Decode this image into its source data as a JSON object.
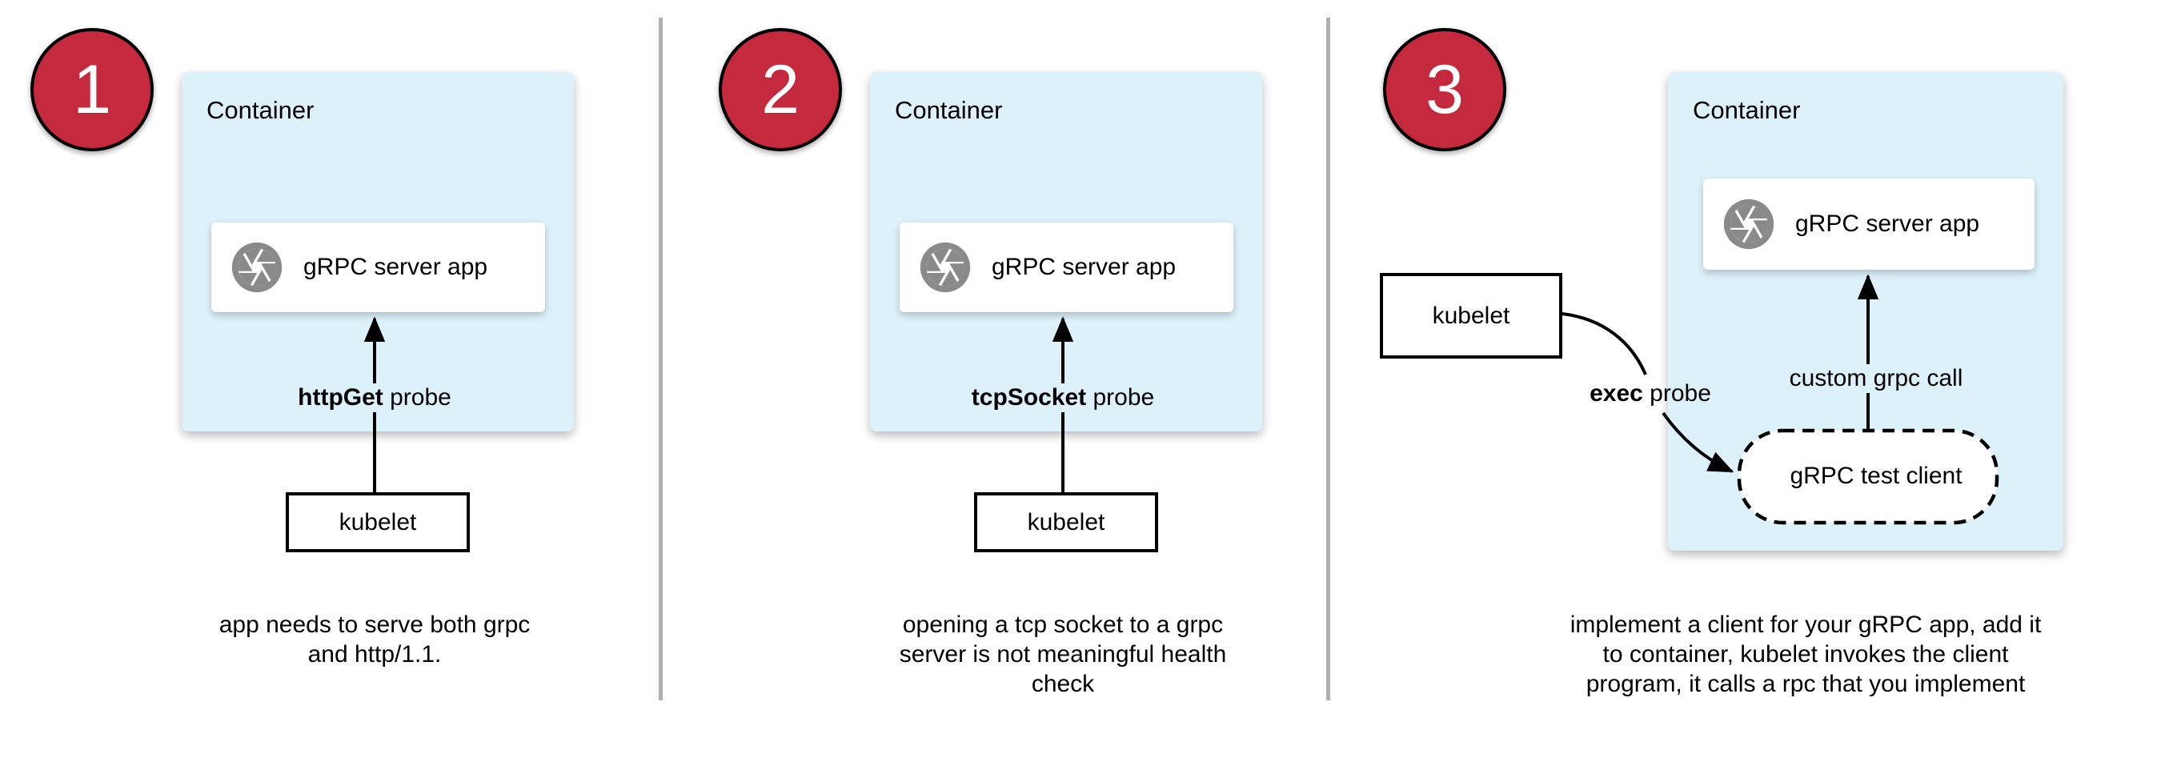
{
  "panels": [
    {
      "number": "1",
      "container_label": "Container",
      "app_icon": "aperture-icon",
      "app_label": "gRPC server app",
      "probe": {
        "bold": "httpGet",
        "rest": " probe"
      },
      "kubelet_label": "kubelet",
      "caption_lines": [
        "app needs to serve both grpc",
        "and http/1.1."
      ]
    },
    {
      "number": "2",
      "container_label": "Container",
      "app_icon": "aperture-icon",
      "app_label": "gRPC server app",
      "probe": {
        "bold": "tcpSocket",
        "rest": " probe"
      },
      "kubelet_label": "kubelet",
      "caption_lines": [
        "opening a tcp socket to a grpc",
        "server is not meaningful health",
        "check"
      ]
    },
    {
      "number": "3",
      "container_label": "Container",
      "app_icon": "aperture-icon",
      "app_label": "gRPC server app",
      "probe": {
        "bold": "exec",
        "rest": " probe"
      },
      "custom_call_label": "custom grpc call",
      "test_client_label": "gRPC test client",
      "kubelet_label": "kubelet",
      "caption_lines": [
        "implement a client for your gRPC app, add it",
        "to container, kubelet invokes the client",
        "program, it calls a rpc that you implement"
      ]
    }
  ],
  "colors": {
    "container_fill": "#ddf1fb",
    "badge_red": "#c4293d",
    "icon_gray": "#8a8a8a",
    "divider_gray": "#b0b0b0",
    "box_white": "#ffffff",
    "line_black": "#000000"
  }
}
